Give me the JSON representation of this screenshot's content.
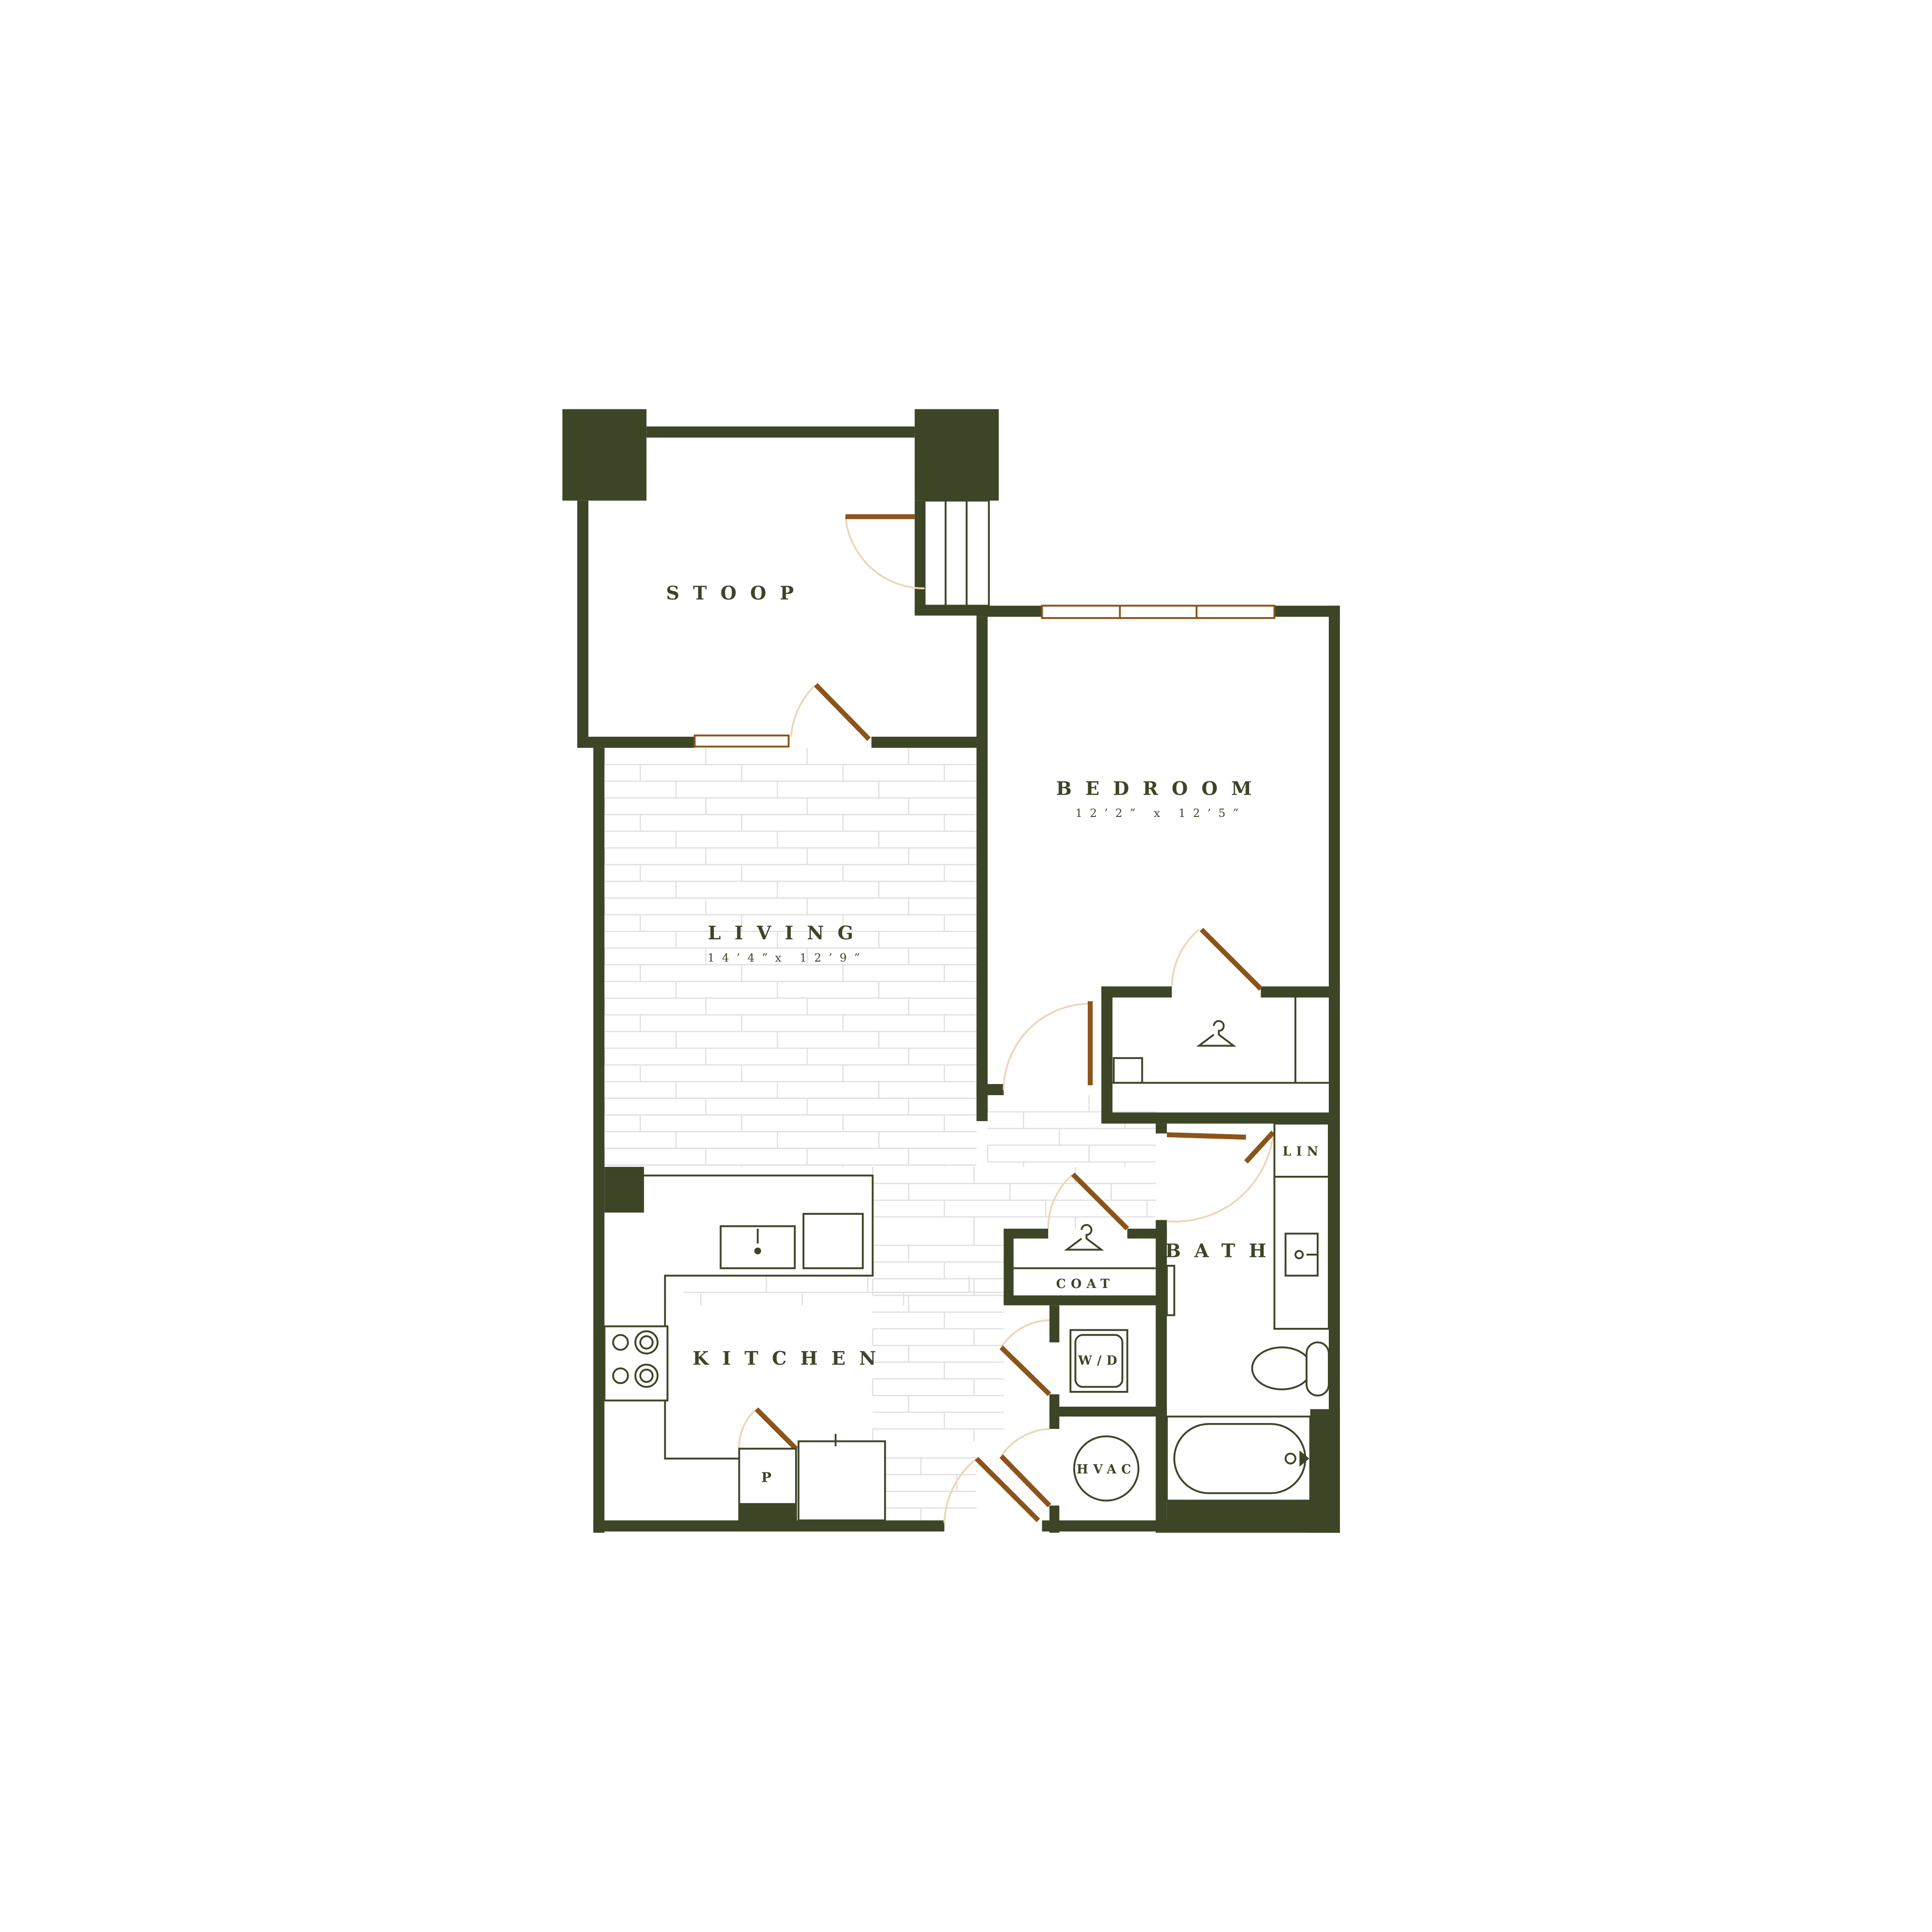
{
  "colors": {
    "wall": "#3d4527",
    "door": "#8b5419",
    "door_swing": "#f0d6b5",
    "floor_line": "#e0e0e0",
    "fixture": "#3d4527",
    "background": "#ffffff"
  },
  "rooms": {
    "stoop": {
      "name": "STOOP"
    },
    "living": {
      "name": "LIVING",
      "dimensions": "14’4”x 12’9”"
    },
    "bedroom": {
      "name": "BEDROOM",
      "dimensions": "12’2” x 12’5”"
    },
    "kitchen": {
      "name": "KITCHEN"
    },
    "bath": {
      "name": "BATH"
    }
  },
  "fixtures": {
    "coat": "COAT",
    "linen": "LIN",
    "washer_dryer": "W/D",
    "hvac": "HVAC",
    "pantry": "P"
  },
  "icons": {
    "bedroom_closet": "hanger-icon",
    "coat_closet": "hanger-icon"
  }
}
